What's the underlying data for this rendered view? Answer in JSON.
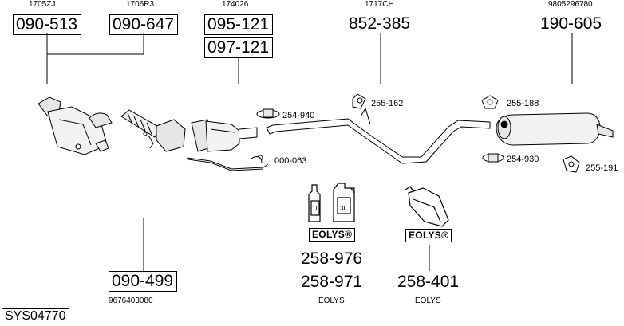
{
  "diagram": {
    "system_code": "SYS04770",
    "top_refs": [
      "1705ZJ",
      "1706R3",
      "174026",
      "1717CH",
      "9805296780"
    ],
    "part_numbers": {
      "p1": "090-513",
      "p2": "090-647",
      "p3": "095-121",
      "p4": "097-121",
      "p5": "852-385",
      "p6": "190-605",
      "p7": "090-499",
      "p8": "258-976",
      "p9": "258-971",
      "p10": "258-401"
    },
    "small_labels": {
      "l1": "254-940",
      "l2": "255-162",
      "l3": "255-188",
      "l4": "000-063",
      "l5": "254-930",
      "l6": "255-191"
    },
    "bottom_refs": {
      "r1": "9676403080",
      "r2": "EOLYS",
      "r3": "EOLYS"
    },
    "badges": [
      "EOLYS®",
      "EOLYS®"
    ],
    "bottles": [
      "1L",
      "3L"
    ]
  }
}
